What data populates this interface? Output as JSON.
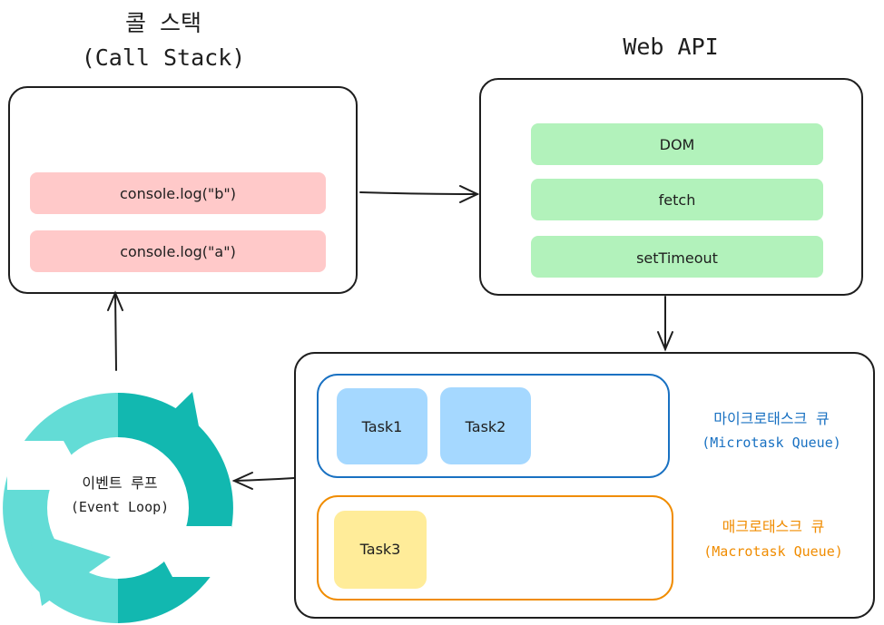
{
  "call_stack": {
    "title_ko": "콜 스택",
    "title_en": "(Call Stack)",
    "items": [
      "console.log(\"b\")",
      "console.log(\"a\")"
    ]
  },
  "web_api": {
    "title": "Web API",
    "items": [
      "DOM",
      "fetch",
      "setTimeout"
    ]
  },
  "microtask_queue": {
    "label_ko": "마이크로태스크 큐",
    "label_en": "(Microtask Queue)",
    "tasks": [
      "Task1",
      "Task2"
    ]
  },
  "macrotask_queue": {
    "label_ko": "매크로태스크 큐",
    "label_en": "(Macrotask Queue)",
    "tasks": [
      "Task3"
    ]
  },
  "event_loop": {
    "label_ko": "이벤트 루프",
    "label_en": "(Event Loop)"
  },
  "colors": {
    "stack_item": "#ffc9c9",
    "webapi_item": "#b2f2bb",
    "microtask_border": "#1971c2",
    "microtask_item": "#a5d8ff",
    "macrotask_border": "#f08c00",
    "macrotask_item": "#ffec99",
    "loop_dark": "#12b8b0",
    "loop_light": "#63dcd6",
    "stroke": "#1e1e1e"
  }
}
